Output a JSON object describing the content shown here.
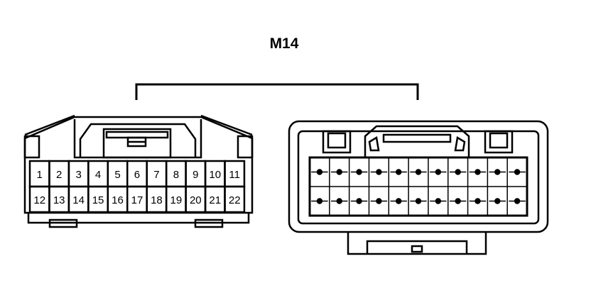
{
  "connector": {
    "label": "M14"
  },
  "terminal_connector": {
    "rows": [
      [
        "1",
        "2",
        "3",
        "4",
        "5",
        "6",
        "7",
        "8",
        "9",
        "10",
        "11"
      ],
      [
        "12",
        "13",
        "14",
        "15",
        "16",
        "17",
        "18",
        "19",
        "20",
        "21",
        "22"
      ]
    ]
  },
  "harness_connector": {
    "rows": [
      [
        true,
        true,
        true,
        true,
        true,
        true,
        true,
        true,
        true,
        true,
        true
      ],
      [
        true,
        true,
        true,
        true,
        true,
        true,
        true,
        true,
        true,
        true,
        true
      ]
    ]
  },
  "colors": {
    "line": "#000000",
    "background": "#ffffff"
  }
}
